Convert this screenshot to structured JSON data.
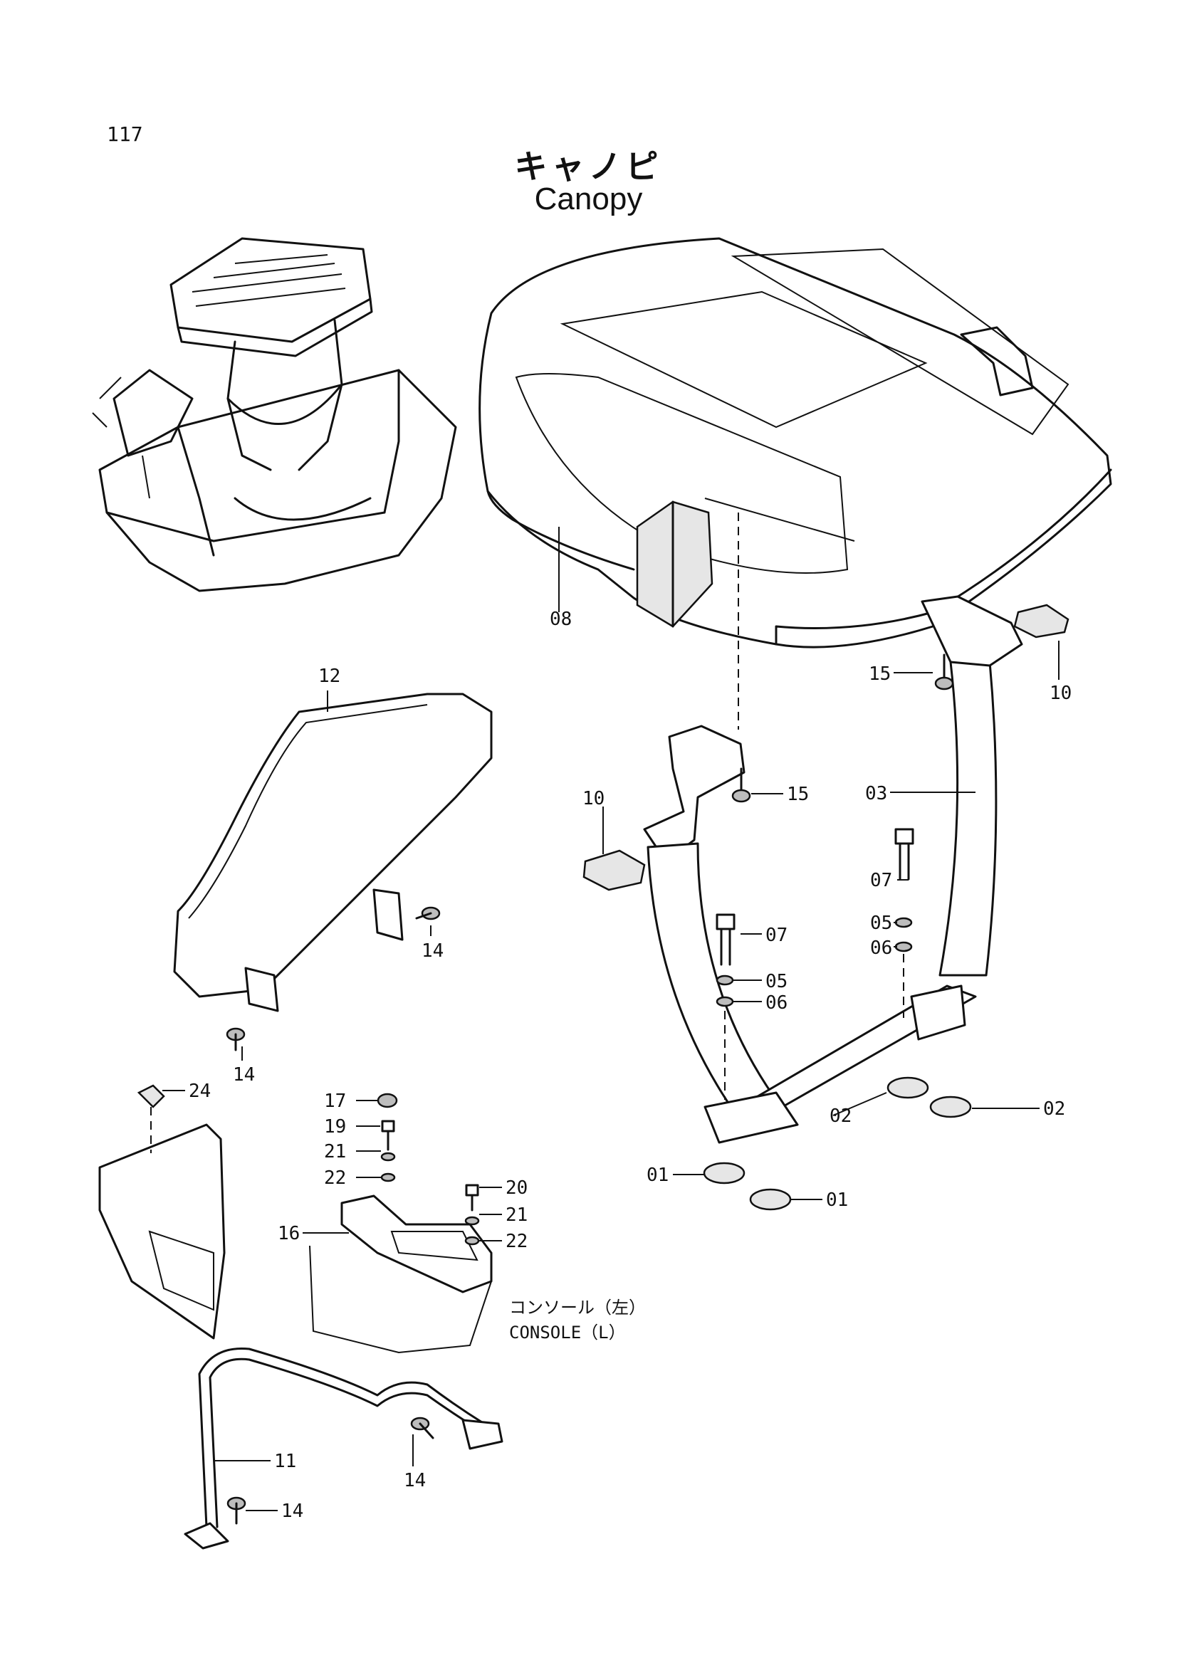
{
  "page_number": "117",
  "title_jp": "キャノピ",
  "title_en": "Canopy",
  "console_caption_jp": "コンソール（左）",
  "console_caption_en": "CONSOLE（L）",
  "part_labels": {
    "p08": "08",
    "p10a": "10",
    "p10b": "10",
    "p12": "12",
    "p15a": "15",
    "p15b": "15",
    "p03": "03",
    "p07a": "07",
    "p07b": "07",
    "p05a": "05",
    "p05b": "05",
    "p06a": "06",
    "p06b": "06",
    "p14a": "14",
    "p14b": "14",
    "p14c": "14",
    "p14d": "14",
    "p24": "24",
    "p17": "17",
    "p19": "19",
    "p21a": "21",
    "p21b": "21",
    "p22a": "22",
    "p22b": "22",
    "p20": "20",
    "p16": "16",
    "p02a": "02",
    "p02b": "02",
    "p01a": "01",
    "p01b": "01",
    "p11": "11"
  }
}
